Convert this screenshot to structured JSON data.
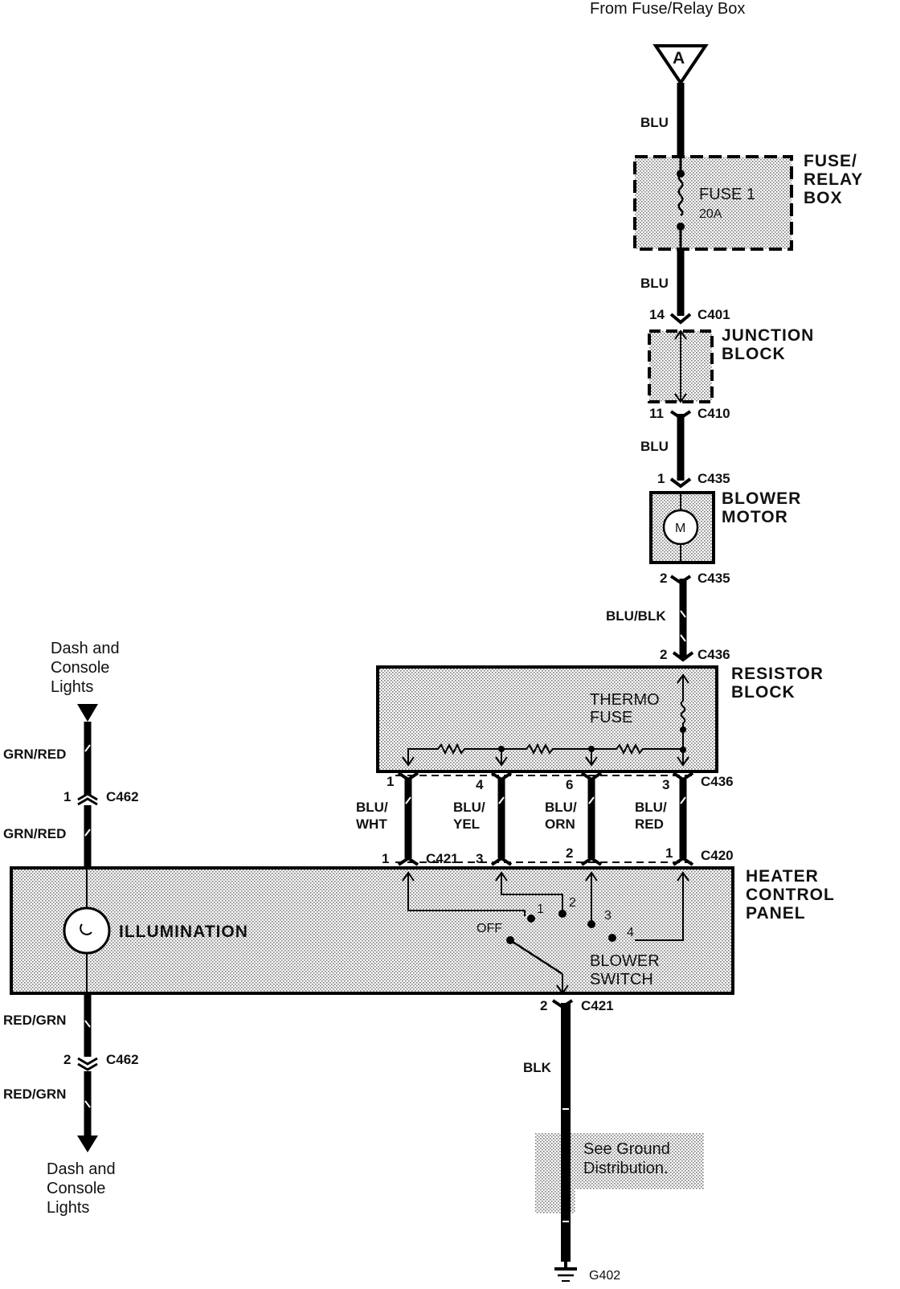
{
  "source": {
    "text": "From  Fuse/Relay Box",
    "connector_letter": "A"
  },
  "wires": {
    "blu_1": "BLU",
    "blu_2": "BLU",
    "blu_3": "BLU",
    "blu_blk": "BLU/BLK",
    "grn_red_1": "GRN/RED",
    "grn_red_2": "GRN/RED",
    "red_grn_1": "RED/GRN",
    "red_grn_2": "RED/GRN",
    "blk": "BLK",
    "blu_wht": [
      "BLU/",
      "WHT"
    ],
    "blu_yel": [
      "BLU/",
      "YEL"
    ],
    "blu_orn": [
      "BLU/",
      "ORN"
    ],
    "blu_red": [
      "BLU/",
      "RED"
    ]
  },
  "components": {
    "fuse_relay_box": [
      "FUSE/",
      "RELAY",
      "BOX"
    ],
    "fuse_name": "FUSE 1",
    "fuse_rating": "20A",
    "junction_block": [
      "JUNCTION",
      "BLOCK"
    ],
    "blower_motor": [
      "BLOWER",
      "MOTOR"
    ],
    "motor_symbol": "M",
    "resistor_block": [
      "RESISTOR",
      "BLOCK"
    ],
    "thermo_fuse": [
      "THERMO",
      "FUSE"
    ],
    "heater_control_panel": [
      "HEATER",
      "CONTROL",
      "PANEL"
    ],
    "illumination": "ILLUMINATION",
    "blower_switch": [
      "BLOWER",
      "SWITCH"
    ],
    "switch_off": "OFF",
    "switch_positions": [
      "1",
      "2",
      "3",
      "4"
    ],
    "ground_note": [
      "See Ground",
      "Distribution."
    ]
  },
  "connectors": {
    "c401": {
      "pin": "14",
      "name": "C401"
    },
    "c410": {
      "pin": "11",
      "name": "C410"
    },
    "c435_a": {
      "pin": "1",
      "name": "C435"
    },
    "c435_b": {
      "pin": "2",
      "name": "C435"
    },
    "c436_top": {
      "pin": "2",
      "name": "C436"
    },
    "c436_pins": [
      "1",
      "4",
      "6",
      "3"
    ],
    "c436_name": "C436",
    "c421_pins": [
      "1",
      "3"
    ],
    "c421_name": "C421",
    "c420_pins": [
      "2",
      "1"
    ],
    "c420_name": "C420",
    "c421_b": {
      "pin": "2",
      "name": "C421"
    },
    "c462_a": {
      "pin": "1",
      "name": "C462"
    },
    "c462_b": {
      "pin": "2",
      "name": "C462"
    },
    "g402": "G402"
  },
  "dash_lights": {
    "top": [
      "Dash and",
      "Console",
      "Lights"
    ],
    "bottom": [
      "Dash and",
      "Console",
      "Lights"
    ]
  }
}
